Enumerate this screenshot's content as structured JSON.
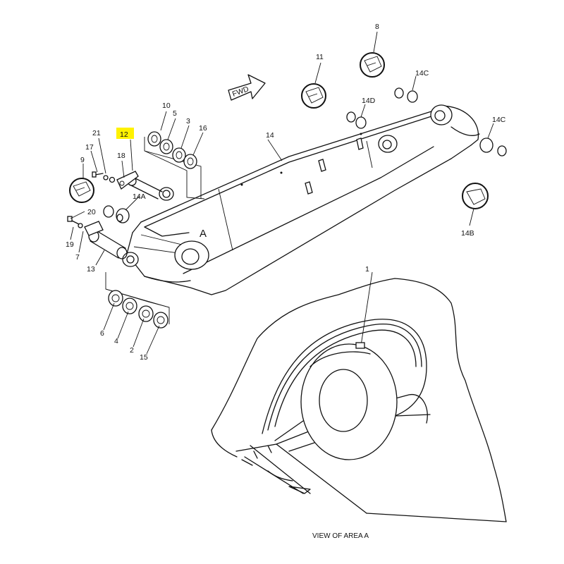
{
  "diagram": {
    "direction_label": "FWD",
    "view_marker": "A",
    "caption": "VIEW OF AREA A",
    "highlight_color": "#fff200",
    "highlighted_part": "12",
    "parts": [
      "1",
      "2",
      "3",
      "4",
      "5",
      "6",
      "7",
      "8",
      "9",
      "10",
      "11",
      "12",
      "13",
      "14",
      "14A",
      "14B",
      "14C",
      "14C",
      "14D",
      "15",
      "16",
      "17",
      "18",
      "19",
      "20",
      "21"
    ]
  }
}
